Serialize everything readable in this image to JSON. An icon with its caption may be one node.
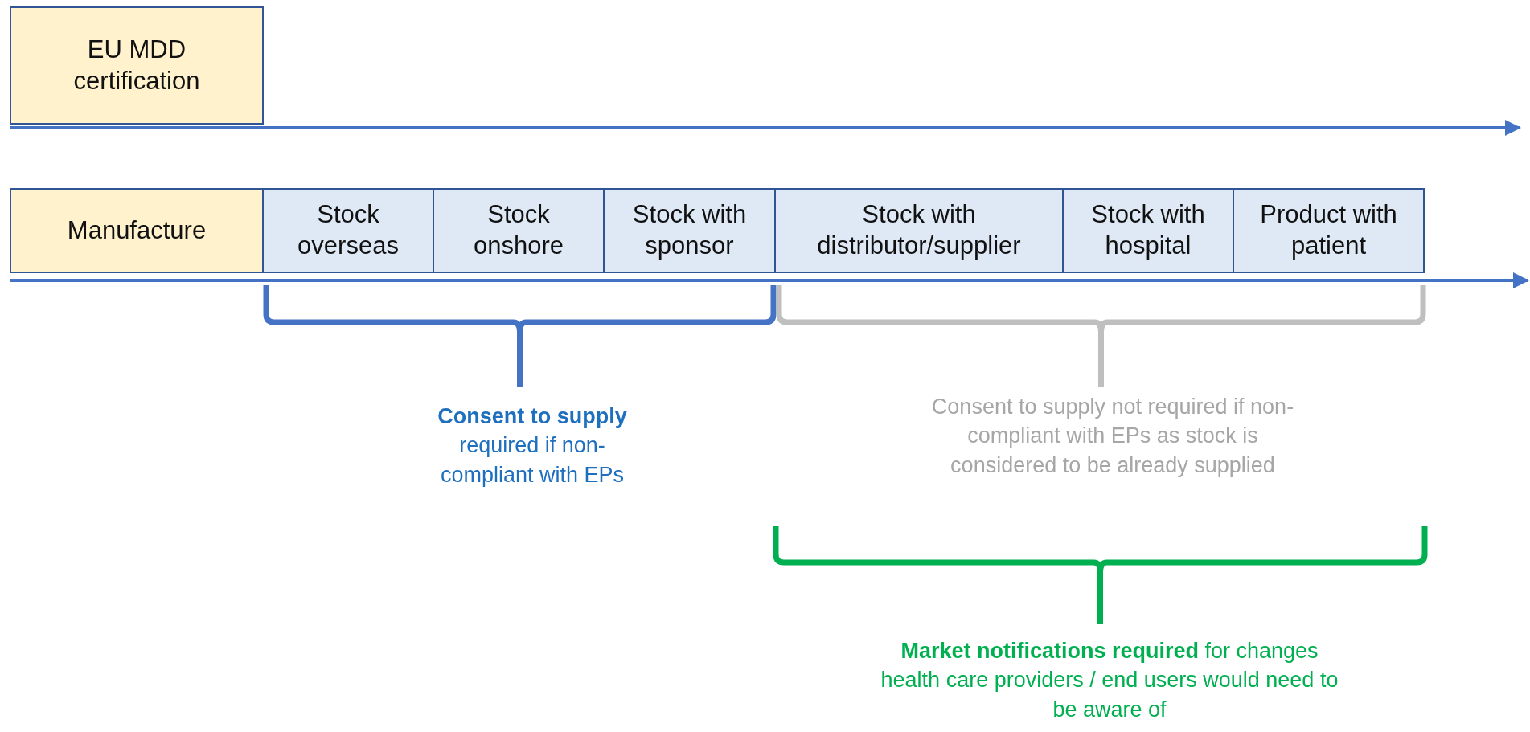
{
  "diagram": {
    "nodes": [
      {
        "text": [
          "EU MDD certification"
        ]
      },
      {
        "text": [
          "Manufacture"
        ]
      },
      {
        "text": [
          "Stock overseas"
        ]
      },
      {
        "text": [
          "Stock onshore"
        ]
      },
      {
        "text": [
          "Stock with sponsor"
        ]
      },
      {
        "text": [
          "Stock with distributor/supplier"
        ]
      },
      {
        "text": [
          "Stock with hospital"
        ]
      },
      {
        "text": [
          "Product with patient"
        ]
      }
    ],
    "labels": [
      "**Consent to supply** required if non-compliant with EPs",
      "Consent to supply not required if non-compliant with EPs as stock is considered to be already supplied",
      "**Market notifications required** for changes health care providers / end users would need to be aware of"
    ]
  }
}
